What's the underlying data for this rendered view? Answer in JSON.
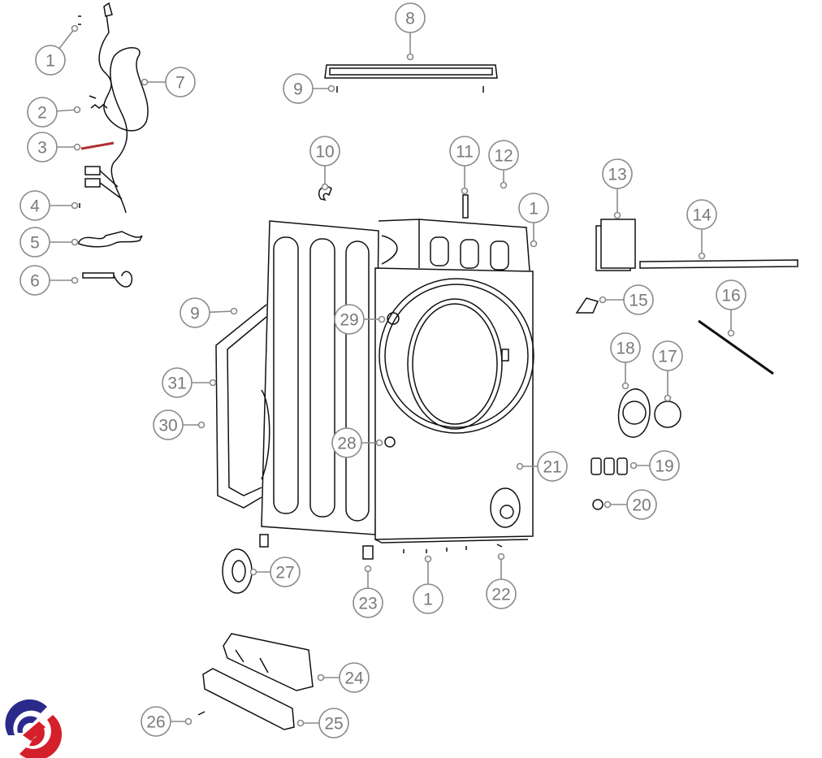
{
  "diagram": {
    "title": "Washing machine exploded parts diagram",
    "callouts": [
      "1",
      "2",
      "3",
      "4",
      "5",
      "6",
      "7",
      "8",
      "9",
      "10",
      "11",
      "12",
      "1",
      "13",
      "14",
      "15",
      "16",
      "17",
      "18",
      "19",
      "20",
      "21",
      "22",
      "1",
      "23",
      "27",
      "28",
      "29",
      "9",
      "31",
      "30",
      "24",
      "25",
      "26"
    ]
  },
  "colors": {
    "callout": "#8a8a8a",
    "logo_blue": "#2a2a8c",
    "logo_red": "#d4202a"
  }
}
